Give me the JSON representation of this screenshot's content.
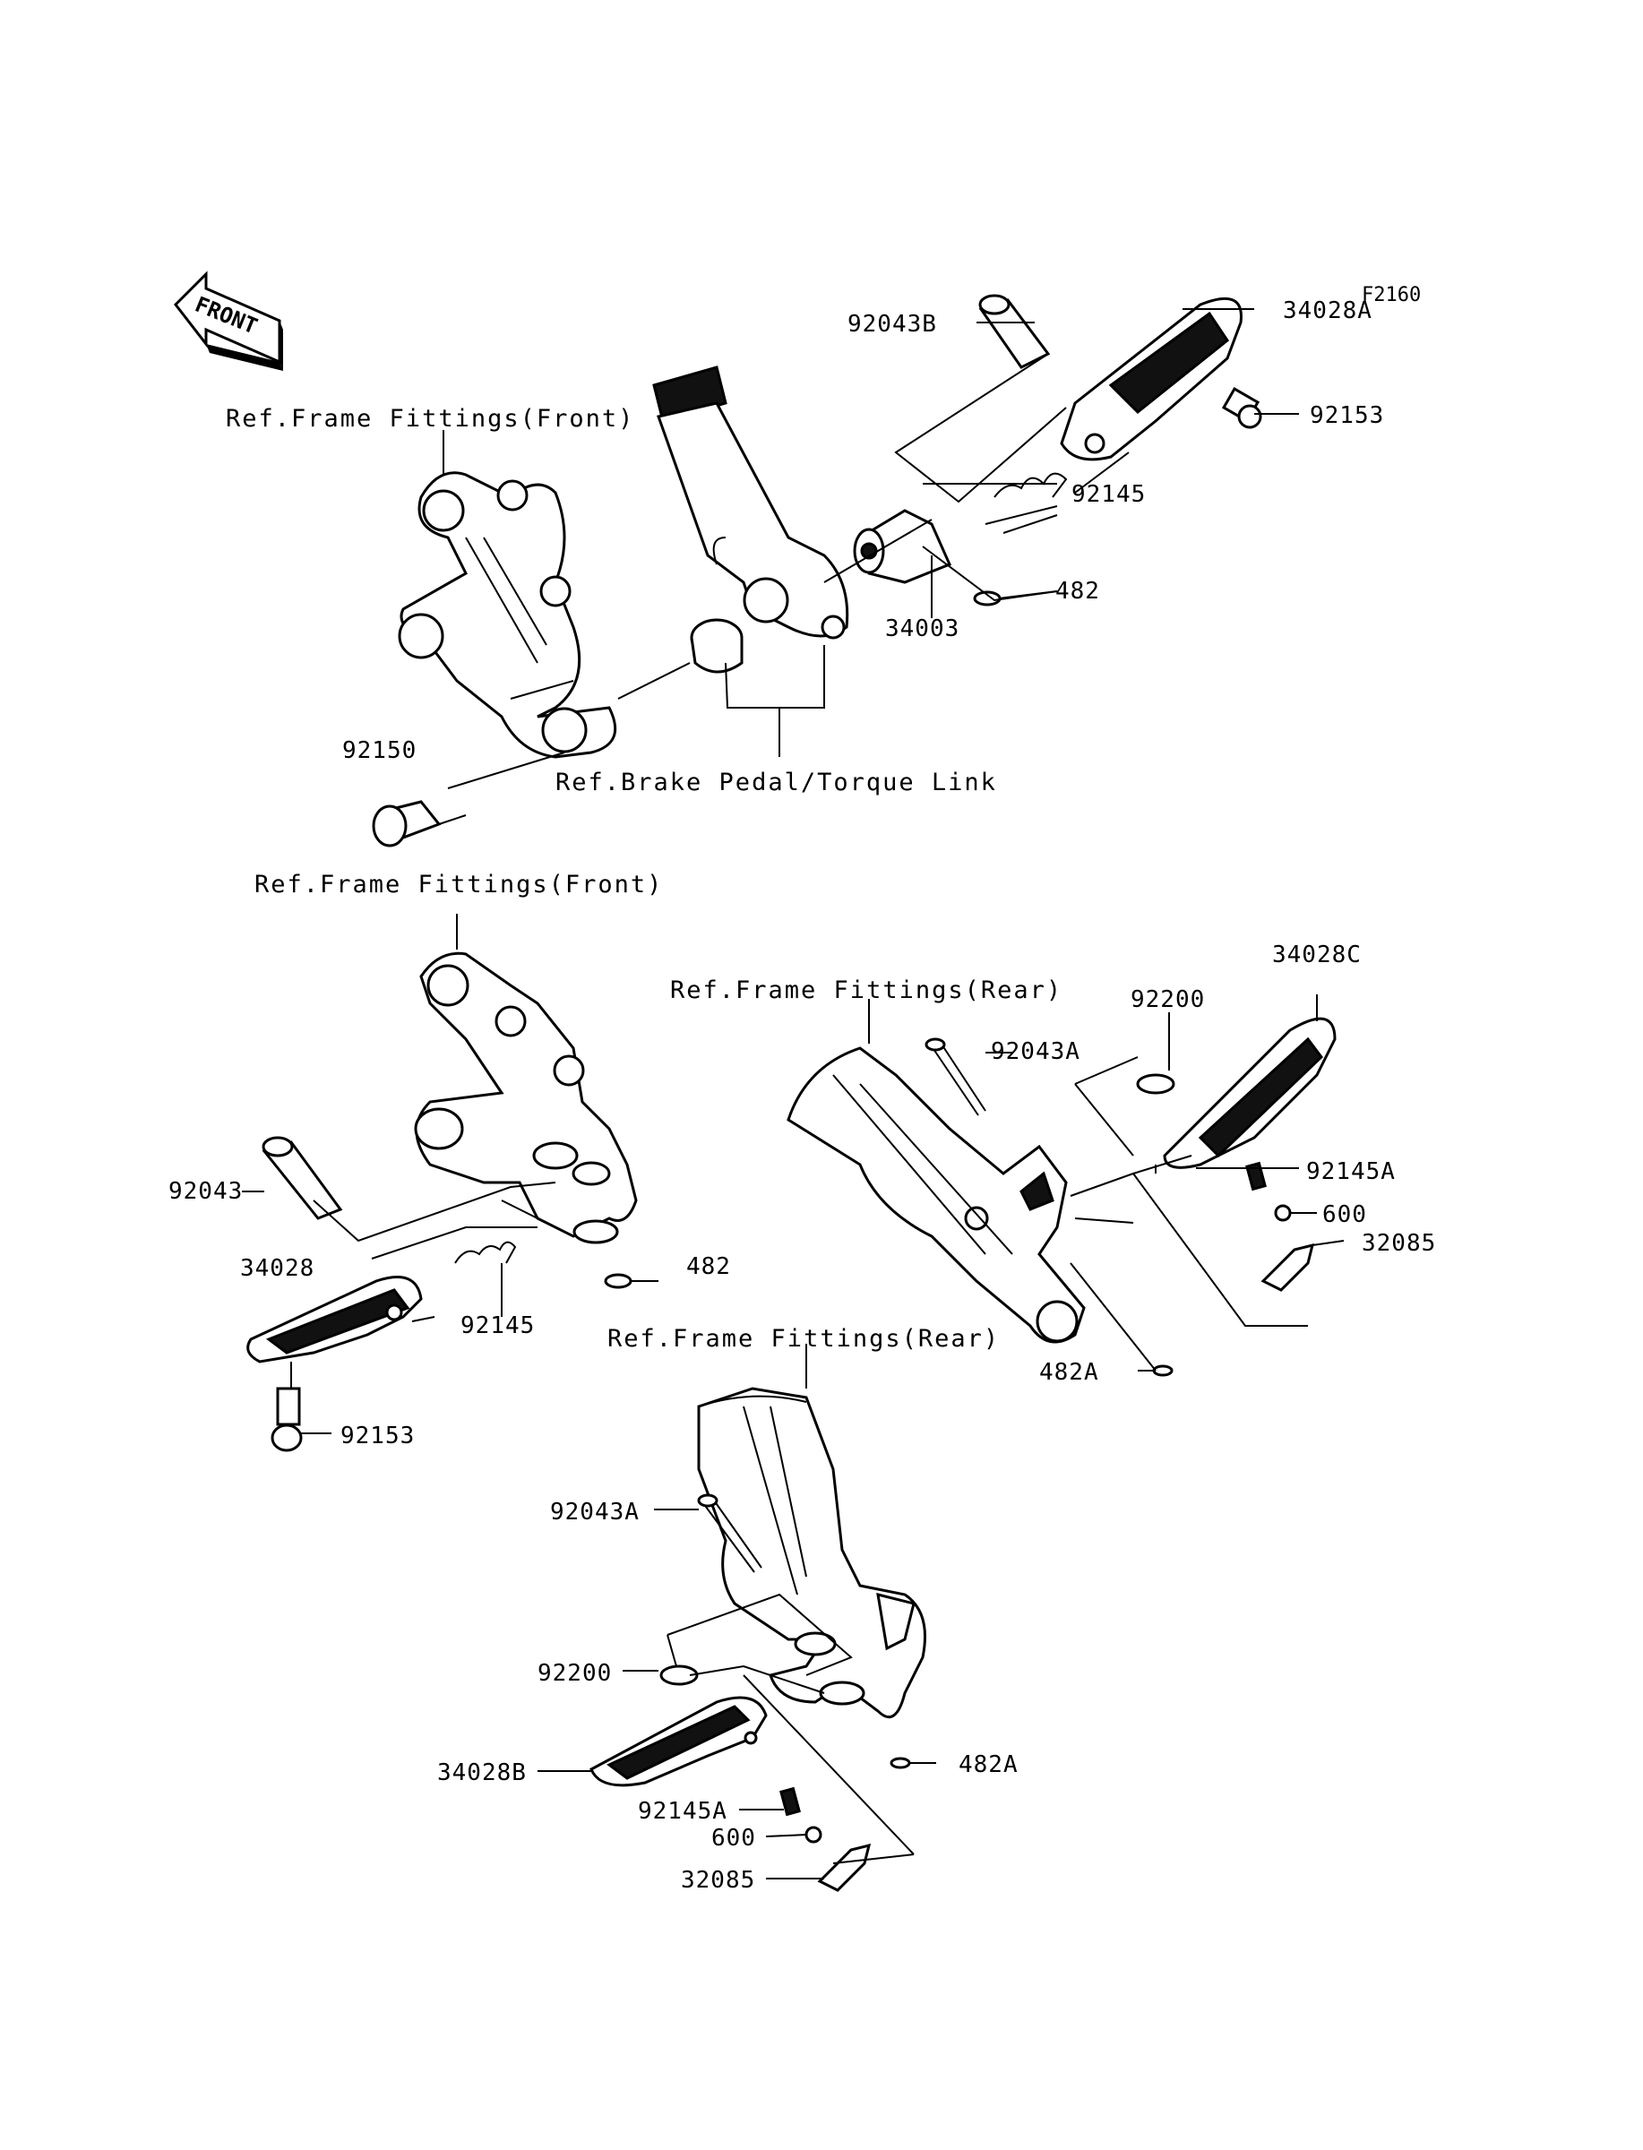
{
  "diagram_code": "F2160",
  "front_indicator": "FRONT",
  "refs": {
    "frame_front_top": "Ref.Frame Fittings(Front)",
    "brake_pedal": "Ref.Brake Pedal/Torque Link",
    "frame_front_mid": "Ref.Frame Fittings(Front)",
    "frame_rear_right": "Ref.Frame Fittings(Rear)",
    "frame_rear_bottom": "Ref.Frame Fittings(Rear)"
  },
  "parts": {
    "p92043B": "92043B",
    "p34028A": "34028A",
    "p92153_top": "92153",
    "p92145_top": "92145",
    "p482_top": "482",
    "p34003": "34003",
    "p92150": "92150",
    "p92043": "92043",
    "p34028": "34028",
    "p92145_mid": "92145",
    "p482_mid": "482",
    "p92153_mid": "92153",
    "p34028C": "34028C",
    "p92200_right": "92200",
    "p92043A_right": "92043A",
    "p92145A_right": "92145A",
    "p600_right": "600",
    "p32085_right": "32085",
    "p482A_right": "482A",
    "p92043A_bottom": "92043A",
    "p92200_bottom": "92200",
    "p34028B": "34028B",
    "p92145A_bottom": "92145A",
    "p600_bottom": "600",
    "p32085_bottom": "32085",
    "p482A_bottom": "482A"
  }
}
